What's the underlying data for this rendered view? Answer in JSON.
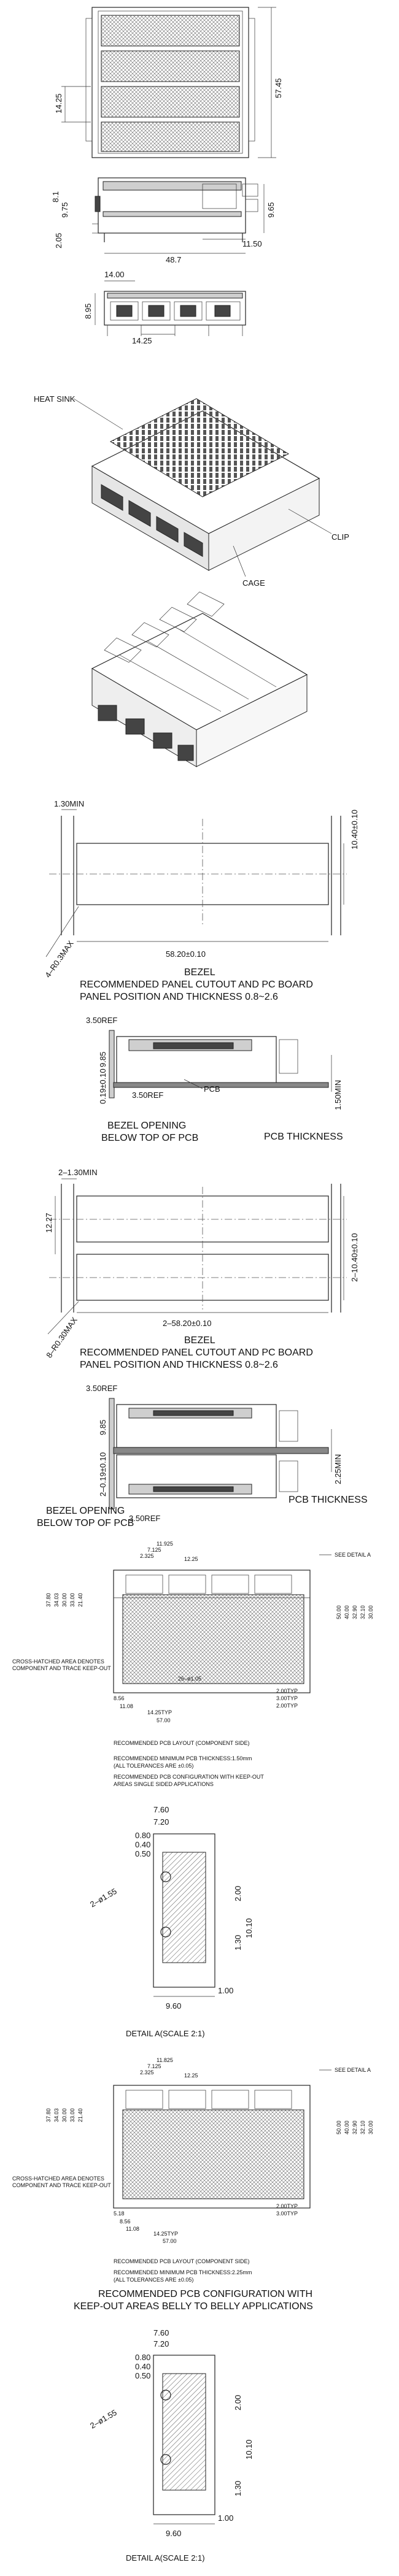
{
  "view1": {
    "dim_height": "57.45",
    "dim_pitch": "14.25"
  },
  "view2": {
    "dim_left_top": "8.1",
    "dim_left_mid": "9.75",
    "dim_left_bot": "2.05",
    "dim_width": "48.7",
    "dim_tab": "11.50",
    "dim_right": "9.65"
  },
  "view3": {
    "dim_top": "14.00",
    "dim_left": "8.95",
    "dim_pitch": "14.25"
  },
  "view4": {
    "heat_sink": "HEAT SINK",
    "clip": "CLIP",
    "cage": "CAGE"
  },
  "cutout1": {
    "dim_min": "1.30MIN",
    "dim_height": "10.40±0.10",
    "dim_radius": "4–R0.3MAX",
    "dim_width": "58.20±0.10",
    "title": "BEZEL",
    "line1": "RECOMMENDED PANEL CUTOUT AND PC BOARD",
    "line2": "PANEL POSITION AND THICKNESS 0.8~2.6"
  },
  "side1": {
    "ref_top": "3.50REF",
    "dim_h": "9.85",
    "dim_low": "0.19±0.10",
    "pcb_label": "PCB",
    "ref_bot": "3.50REF",
    "dim_min": "1.50MIN",
    "bezel_label": "BEZEL OPENING",
    "bezel_sub": "BELOW TOP OF PCB",
    "pcb_thick": "PCB THICKNESS"
  },
  "cutout2": {
    "dim_min": "2–1.30MIN",
    "dim_left": "12.27",
    "dim_height": "2–10.40±0.10",
    "dim_radius": "8–R0.30MAX",
    "dim_width": "2–58.20±0.10",
    "title": "BEZEL",
    "line1": "RECOMMENDED PANEL CUTOUT AND PC BOARD",
    "line2": "PANEL POSITION AND THICKNESS 0.8~2.6"
  },
  "side2": {
    "ref_top": "3.50REF",
    "dim_h": "9.85",
    "dim_low": "2–0.19±0.10",
    "ref_bot": "3.50REF",
    "dim_min": "2.25MIN",
    "bezel_label": "BEZEL OPENING",
    "bezel_sub": "BELOW TOP OF PCB",
    "pcb_thick": "PCB THICKNESS"
  },
  "pcb1": {
    "top_dims": [
      "11.925",
      "7.125",
      "2.325",
      "12.25"
    ],
    "see_detail": "SEE DETAIL A",
    "left_dims": [
      "37.80",
      "34.03",
      "30.00",
      "33.00",
      "21.40"
    ],
    "right_dims": [
      "50.00",
      "40.00",
      "32.90",
      "32.10",
      "30.00"
    ],
    "cross_note": "CROSS-HATCHED AREA DENOTES\nCOMPONENT AND TRACE KEEP-OUT",
    "bottom_dims": [
      "8.56",
      "11.08",
      "14.25TYP",
      "57.00",
      "2.00TYP",
      "3.00TYP",
      "2.00TYP"
    ],
    "hole_note": "26–ø1.05",
    "caption": "RECOMMENDED PCB LAYOUT (COMPONENT SIDE)",
    "thk": "RECOMMENDED MINIMUM PCB THICKNESS:1.50mm",
    "tol": "(ALL TOLERANCES ARE ±0.05)",
    "title1": "RECOMMENDED PCB CONFIGURATION WITH KEEP-OUT",
    "title2": "AREAS SINGLE SIDED APPLICATIONS"
  },
  "detail1": {
    "d1": "7.60",
    "d2": "7.20",
    "d3": "0.80",
    "d4": "0.40",
    "d5": "0.50",
    "d6": "2.00",
    "d7": "1.30",
    "d8": "10.10",
    "d9": "2–ø1.55",
    "d10": "9.60",
    "d11": "1.00",
    "caption": "DETAIL A(SCALE 2:1)"
  },
  "pcb2": {
    "top_dims": [
      "11.825",
      "7.125",
      "2.325",
      "12.25"
    ],
    "see_detail": "SEE DETAIL A",
    "left_dims": [
      "37.80",
      "34.03",
      "30.00",
      "33.00",
      "21.40"
    ],
    "right_dims": [
      "50.00",
      "40.00",
      "32.90",
      "32.10",
      "30.00"
    ],
    "cross_note": "CROSS-HATCHED AREA DENOTES\nCOMPONENT AND TRACE KEEP-OUT",
    "bottom_dims": [
      "5.18",
      "8.56",
      "11.08",
      "14.25TYP",
      "57.00",
      "2.00TYP",
      "3.00TYP"
    ],
    "caption": "RECOMMENDED PCB LAYOUT (COMPONENT SIDE)",
    "thk": "RECOMMENDED MINIMUM PCB THICKNESS:2.25mm",
    "tol": "(ALL TOLERANCES ARE ±0.05)",
    "title1": "RECOMMENDED PCB CONFIGURATION WITH",
    "title2": "KEEP-OUT AREAS BELLY TO BELLY APPLICATIONS"
  },
  "detail2": {
    "d1": "7.60",
    "d2": "7.20",
    "d3": "0.80",
    "d4": "0.40",
    "d5": "0.50",
    "d6": "2.00",
    "d7": "10.10",
    "d8": "1.30",
    "d9": "2–ø1.55",
    "d10": "9.60",
    "d11": "1.00",
    "caption": "DETAIL A(SCALE 2:1)"
  }
}
